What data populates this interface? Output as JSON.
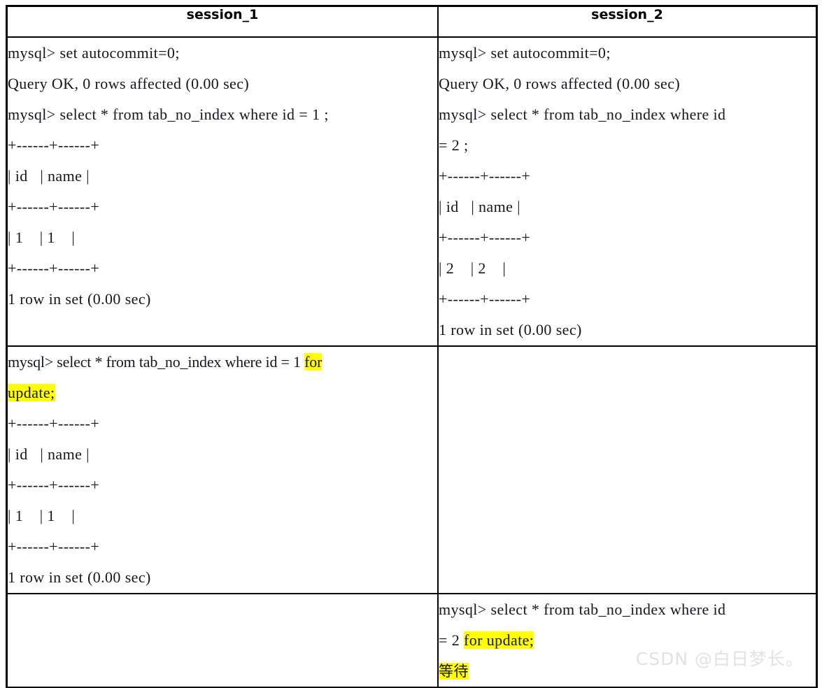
{
  "table": {
    "headers": {
      "session_1": "session_1",
      "session_2": "session_2"
    },
    "rows": [
      {
        "session_1": {
          "lines": [
            [
              {
                "t": "mysql> set autocommit=0;",
                "hl": false
              }
            ],
            [
              {
                "t": "Query OK, 0 rows affected (0.00 sec)",
                "hl": false
              }
            ],
            [
              {
                "t": "mysql> select * from tab_no_index where id = 1 ;",
                "hl": false
              }
            ],
            [
              {
                "t": "+------+------+",
                "hl": false
              }
            ],
            [
              {
                "t": "| id   | name |",
                "hl": false
              }
            ],
            [
              {
                "t": "+------+------+",
                "hl": false
              }
            ],
            [
              {
                "t": "| 1    | 1    |",
                "hl": false
              }
            ],
            [
              {
                "t": "+------+------+",
                "hl": false
              }
            ],
            [
              {
                "t": "1 row in set (0.00 sec)",
                "hl": false
              }
            ]
          ]
        },
        "session_2": {
          "lines": [
            [
              {
                "t": "mysql> set autocommit=0;",
                "hl": false
              }
            ],
            [
              {
                "t": "Query OK, 0 rows affected (0.00 sec)",
                "hl": false
              }
            ],
            [
              {
                "t": "mysql> select * from tab_no_index where id",
                "hl": false
              }
            ],
            [
              {
                "t": "= 2 ;",
                "hl": false
              }
            ],
            [
              {
                "t": "+------+------+",
                "hl": false
              }
            ],
            [
              {
                "t": "| id   | name |",
                "hl": false
              }
            ],
            [
              {
                "t": "+------+------+",
                "hl": false
              }
            ],
            [
              {
                "t": "| 2    | 2    |",
                "hl": false
              }
            ],
            [
              {
                "t": "+------+------+",
                "hl": false
              }
            ],
            [
              {
                "t": "1 row in set (0.00 sec)",
                "hl": false
              }
            ]
          ]
        }
      },
      {
        "session_1": {
          "lines": [
            [
              {
                "t": "mysql> select * from tab_no_index where id = 1 ",
                "hl": false
              },
              {
                "t": "for",
                "hl": true
              }
            ],
            [
              {
                "t": "update;",
                "hl": true
              }
            ],
            [
              {
                "t": "+------+------+",
                "hl": false
              }
            ],
            [
              {
                "t": "| id   | name |",
                "hl": false
              }
            ],
            [
              {
                "t": "+------+------+",
                "hl": false
              }
            ],
            [
              {
                "t": "| 1    | 1    |",
                "hl": false
              }
            ],
            [
              {
                "t": "+------+------+",
                "hl": false
              }
            ],
            [
              {
                "t": "1 row in set (0.00 sec)",
                "hl": false
              }
            ]
          ]
        },
        "session_2": {
          "lines": []
        }
      },
      {
        "session_1": {
          "lines": []
        },
        "session_2": {
          "lines": [
            [
              {
                "t": "mysql> select * from tab_no_index where id",
                "hl": false
              }
            ],
            [
              {
                "t": "= 2 ",
                "hl": false
              },
              {
                "t": "for update;",
                "hl": true
              }
            ],
            [
              {
                "t": "等待",
                "hl": true,
                "cjk": true
              }
            ]
          ]
        }
      }
    ]
  },
  "watermark": {
    "text": "CSDN @白日梦长。"
  },
  "colors": {
    "highlight": "#ffff00",
    "text": "#16171d",
    "border": "#000000",
    "watermark": "#e2e2e2"
  }
}
